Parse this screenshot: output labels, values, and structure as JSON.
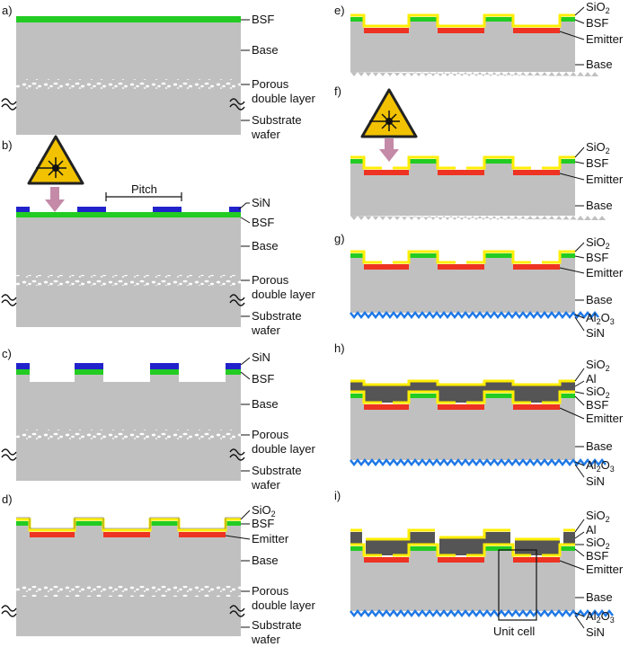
{
  "panels": {
    "a": {
      "letter": "a)",
      "bsf": "BSF",
      "base": "Base",
      "porous1": "Porous",
      "porous2": "double layer",
      "sub1": "Substrate",
      "sub2": "wafer"
    },
    "b": {
      "letter": "b)",
      "pitch": "Pitch",
      "sin": "SiN",
      "bsf": "BSF",
      "base": "Base",
      "porous1": "Porous",
      "porous2": "double layer",
      "sub1": "Substrate",
      "sub2": "wafer"
    },
    "c": {
      "letter": "c)",
      "sin": "SiN",
      "bsf": "BSF",
      "base": "Base",
      "porous1": "Porous",
      "porous2": "double layer",
      "sub1": "Substrate",
      "sub2": "wafer"
    },
    "d": {
      "letter": "d)",
      "sio2": "SiO",
      "sio2_sub": "2",
      "bsf": "BSF",
      "emitter": "Emitter",
      "base": "Base",
      "porous1": "Porous",
      "porous2": "double layer",
      "sub1": "Substrate",
      "sub2": "wafer"
    },
    "e": {
      "letter": "e)",
      "sio2": "SiO",
      "sio2_sub": "2",
      "bsf": "BSF",
      "emitter": "Emitter",
      "base": "Base"
    },
    "f": {
      "letter": "f)",
      "sio2": "SiO",
      "sio2_sub": "2",
      "bsf": "BSF",
      "emitter": "Emitter",
      "base": "Base"
    },
    "g": {
      "letter": "g)",
      "sio2": "SiO",
      "sio2_sub": "2",
      "bsf": "BSF",
      "emitter": "Emitter",
      "base": "Base",
      "al2o3_a": "Al",
      "al2o3_sub1": "2",
      "al2o3_b": "O",
      "al2o3_sub2": "3",
      "sin": "SiN"
    },
    "h": {
      "letter": "h)",
      "sio2_top": "SiO",
      "sio2_top_sub": "2",
      "al": "Al",
      "sio2": "SiO",
      "sio2_sub": "2",
      "bsf": "BSF",
      "emitter": "Emitter",
      "base": "Base",
      "al2o3_a": "Al",
      "al2o3_sub1": "2",
      "al2o3_b": "O",
      "al2o3_sub2": "3",
      "sin": "SiN"
    },
    "i": {
      "letter": "i)",
      "sio2_top": "SiO",
      "sio2_top_sub": "2",
      "al": "Al",
      "sio2": "SiO",
      "sio2_sub": "2",
      "bsf": "BSF",
      "emitter": "Emitter",
      "base": "Base",
      "al2o3_a": "Al",
      "al2o3_sub1": "2",
      "al2o3_b": "O",
      "al2o3_sub2": "3",
      "sin": "SiN",
      "unit_cell": "Unit cell"
    }
  },
  "colors": {
    "silicon": "#c0c0c0",
    "bsf": "#22cc22",
    "sin": "#2222cc",
    "sio2": "#ffee00",
    "emitter": "#ee3322",
    "al": "#555555",
    "passivation": "#1e78e6",
    "laser_sign": "#f2c200",
    "arrow": "#c48aa8"
  }
}
